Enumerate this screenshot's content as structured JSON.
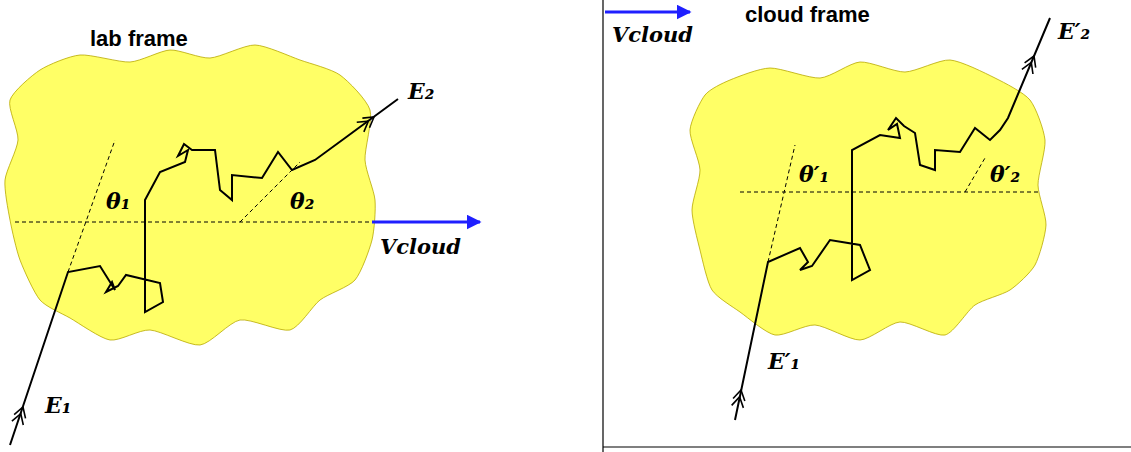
{
  "diagram": {
    "labels": [
      "lab frame",
      "θ₁",
      "θ₂",
      "Vcloud",
      "E₂",
      "E₁",
      "cloud frame",
      "Vcloud",
      "θ′₁",
      "θ′₂",
      "E′₂",
      "E′₁"
    ]
  }
}
